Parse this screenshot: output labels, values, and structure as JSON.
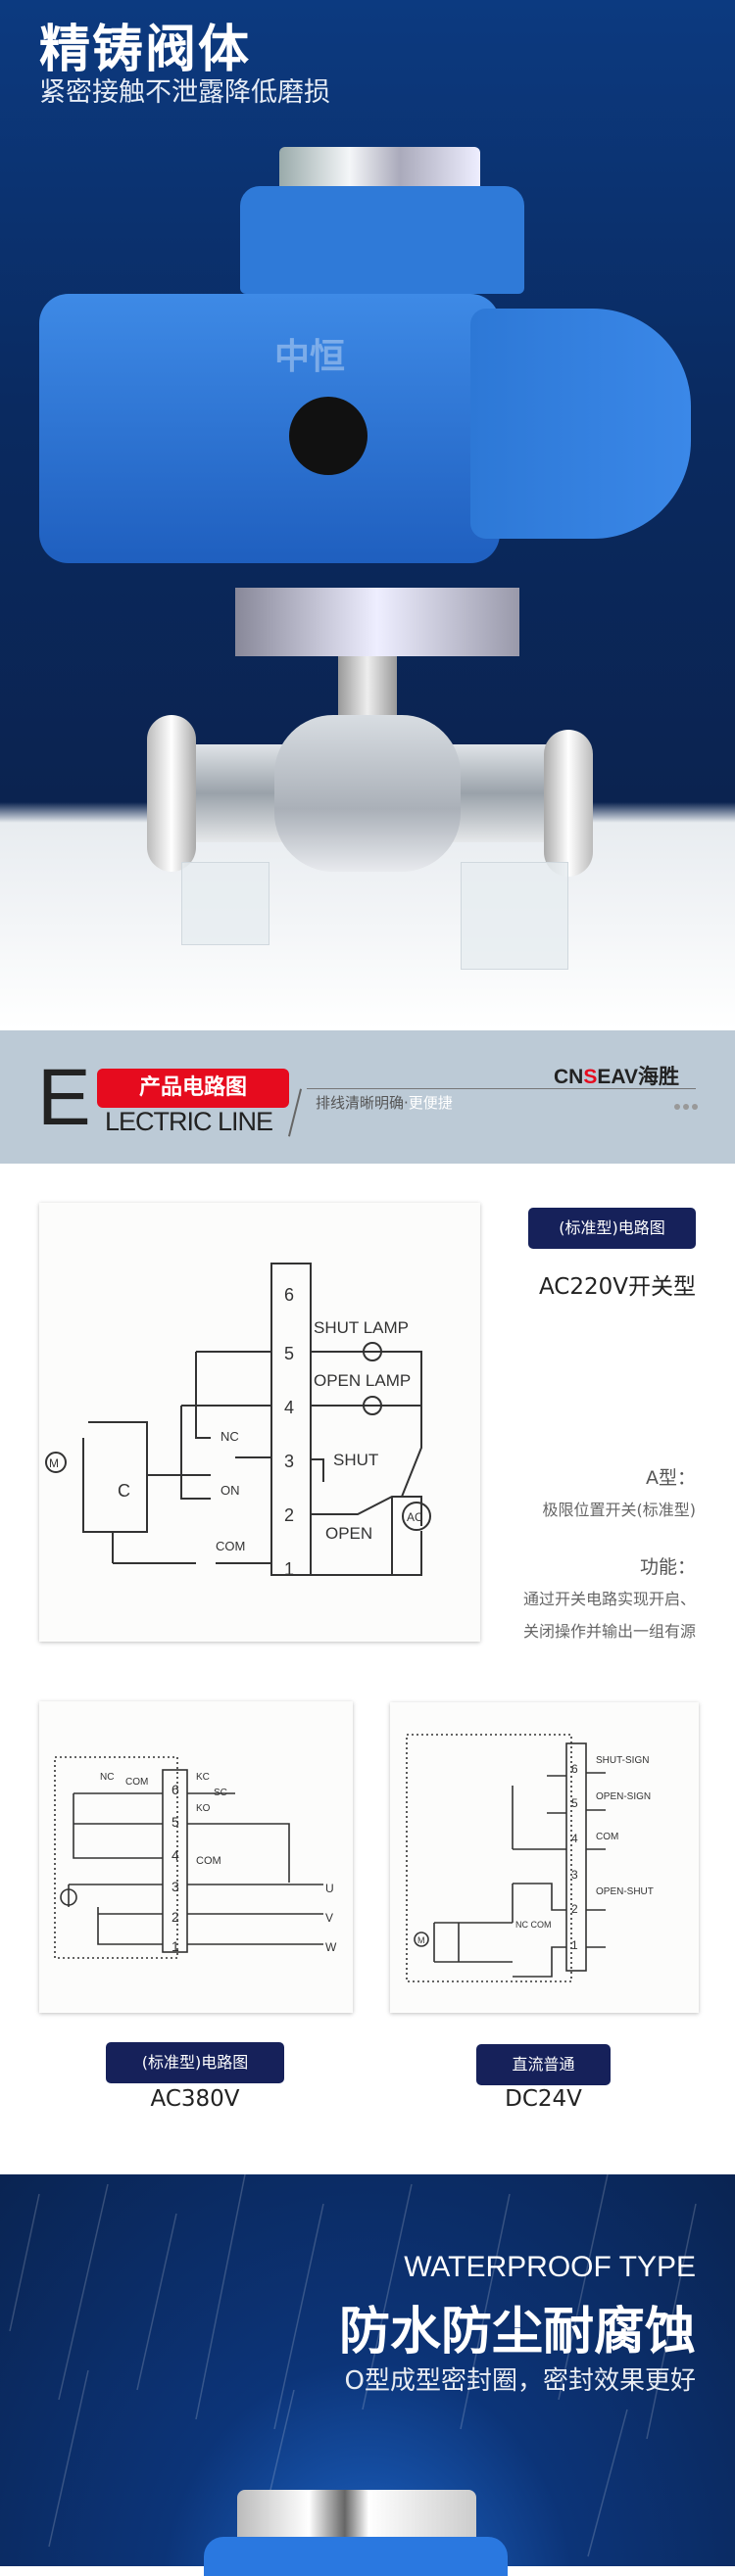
{
  "hero": {
    "title": "精铸阀体",
    "subtitle": "紧密接触不泄露降低磨损",
    "watermark": "中恒"
  },
  "banner": {
    "big_letter": "E",
    "tag": "产品电路图",
    "english": "LECTRIC LINE",
    "subtitle_a": "排线清晰明确·",
    "subtitle_b": "更便捷",
    "brand_a": "CN",
    "brand_s": "S",
    "brand_b": "EAV",
    "brand_cn": "海胜"
  },
  "diagram_ac220": {
    "badge": "(标准型)电路图",
    "title": "AC220V开关型",
    "type_label": "A型：",
    "type_desc": "极限位置开关(标准型)",
    "func_label": "功能：",
    "func_line1": "通过开关电路实现开启、",
    "func_line2": "关闭操作并输出一组有源",
    "labels": {
      "shut_lamp": "SHUT LAMP",
      "open_lamp": "OPEN LAMP",
      "shut": "SHUT",
      "open": "OPEN",
      "nc": "NC",
      "on": "ON",
      "com": "COM",
      "c": "C",
      "m": "M",
      "ac": "AC",
      "terminals": [
        "6",
        "5",
        "4",
        "3",
        "2",
        "1"
      ]
    }
  },
  "diagram_ac380": {
    "badge": "(标准型)电路图",
    "title": "AC380V",
    "labels": {
      "nc": "NC",
      "com": "COM",
      "kc": "KC",
      "ko": "KO",
      "sc": "SC",
      "u": "U",
      "v": "V",
      "w": "W",
      "terminals": [
        "6",
        "5",
        "4",
        "3",
        "2",
        "1"
      ]
    }
  },
  "diagram_dc24": {
    "badge": "直流普通",
    "title": "DC24V",
    "labels": {
      "shut_sign": "SHUT-SIGN",
      "open_sign": "OPEN-SIGN",
      "com": "COM",
      "open_shut": "OPEN-SHUT",
      "nccom": "NC COM",
      "m": "M",
      "terminals": [
        "6",
        "5",
        "4",
        "3",
        "2",
        "1"
      ]
    }
  },
  "waterproof": {
    "en": "WATERPROOF TYPE",
    "title": "防水防尘耐腐蚀",
    "subtitle": "O型成型密封圈，密封效果更好"
  }
}
